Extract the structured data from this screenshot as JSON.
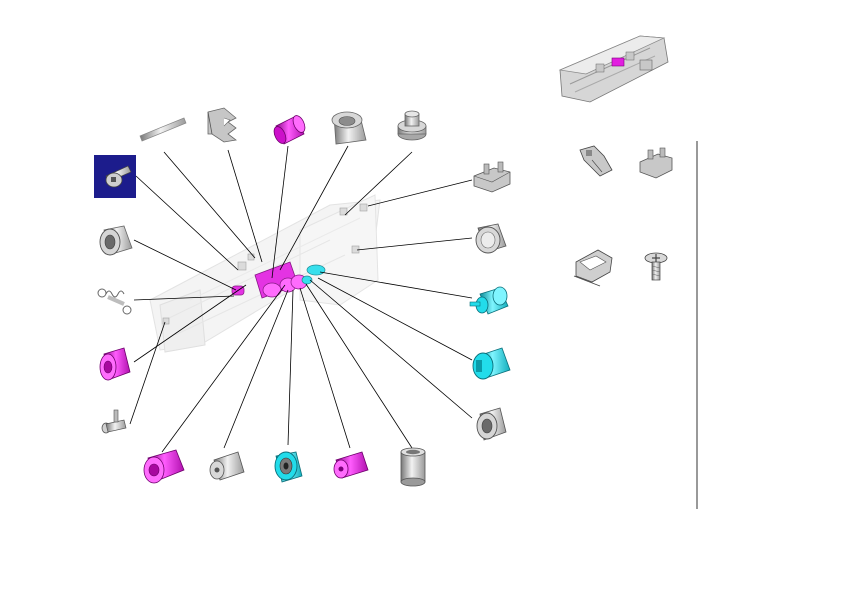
{
  "colors": {
    "magenta": "#e21ee0",
    "cyan": "#22dcea",
    "gray": "#bdbdbd",
    "gray_dark": "#7a7a7a",
    "selected_bg": "#1c1c8c",
    "leader": "#000000"
  },
  "diagram": {
    "callout_parts": [
      {
        "name": "long-pin-part",
        "icon": "pin-icon",
        "color": "gray"
      },
      {
        "name": "bracket-clip-part",
        "icon": "bracket-icon",
        "color": "gray"
      },
      {
        "name": "magenta-roller-top-part",
        "icon": "roller-icon",
        "color": "magenta"
      },
      {
        "name": "gray-bushing-top-part",
        "icon": "bushing-icon",
        "color": "gray"
      },
      {
        "name": "flanged-post-part",
        "icon": "post-icon",
        "color": "gray"
      },
      {
        "name": "selected-screw-part",
        "icon": "screw-icon",
        "color": "selected"
      },
      {
        "name": "gray-ring-left-part",
        "icon": "ring-icon",
        "color": "gray"
      },
      {
        "name": "spring-part",
        "icon": "spring-icon",
        "color": "gray"
      },
      {
        "name": "magenta-roller-left-part",
        "icon": "roller-icon",
        "color": "magenta"
      },
      {
        "name": "small-pin-part",
        "icon": "pin-icon",
        "color": "gray"
      },
      {
        "name": "magenta-roller-bottom-part",
        "icon": "roller-icon",
        "color": "magenta"
      },
      {
        "name": "gray-stepped-roller-part",
        "icon": "roller-icon",
        "color": "gray"
      },
      {
        "name": "cyan-gear-bottom-part",
        "icon": "gear-icon",
        "color": "cyan"
      },
      {
        "name": "magenta-small-roller-part",
        "icon": "roller-icon",
        "color": "magenta"
      },
      {
        "name": "gray-tube-part",
        "icon": "tube-icon",
        "color": "gray"
      },
      {
        "name": "clip-right-part",
        "icon": "clip-icon",
        "color": "gray"
      },
      {
        "name": "gray-ring-right-part",
        "icon": "ring-icon",
        "color": "gray"
      },
      {
        "name": "cyan-gear-right-part",
        "icon": "gear-icon",
        "color": "cyan"
      },
      {
        "name": "cyan-roller-right-part",
        "icon": "roller-icon",
        "color": "cyan"
      },
      {
        "name": "gray-bushing-right-part",
        "icon": "bushing-icon",
        "color": "gray"
      }
    ],
    "overview": {
      "icon": "assembly-overview-icon"
    },
    "side_panel": [
      {
        "name": "side-bracket-a",
        "icon": "bracket-icon"
      },
      {
        "name": "side-clip-b",
        "icon": "clip-icon"
      },
      {
        "name": "side-holder-c",
        "icon": "holder-icon"
      },
      {
        "name": "side-screw-d",
        "icon": "screw-icon"
      }
    ]
  }
}
